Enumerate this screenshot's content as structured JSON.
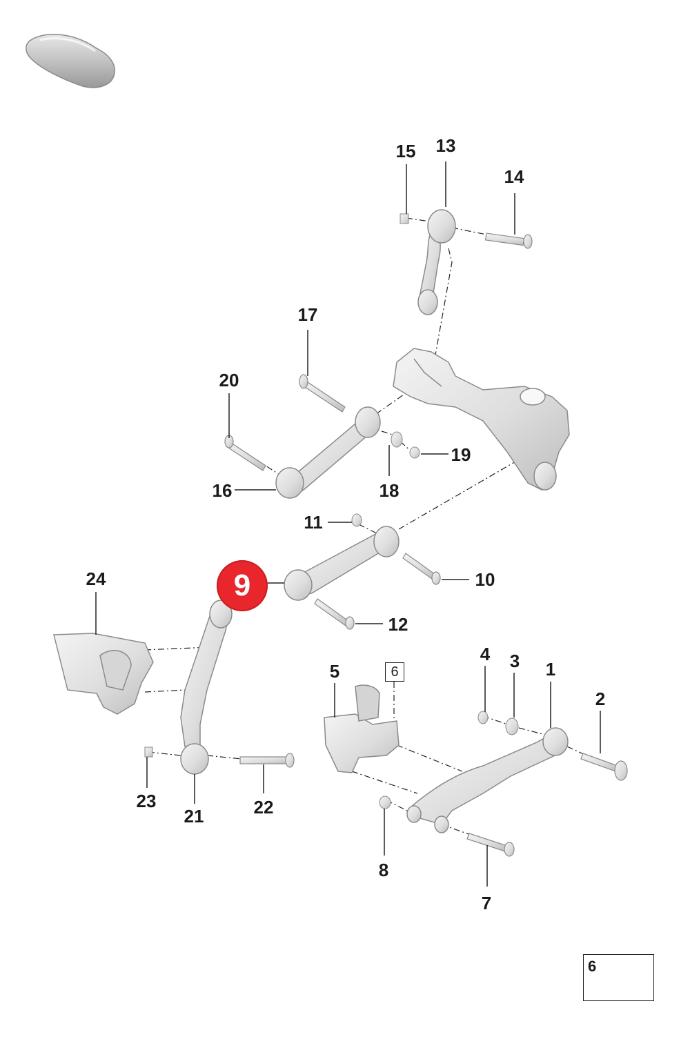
{
  "diagram": {
    "callouts": {
      "c1": "1",
      "c2": "2",
      "c3": "3",
      "c4": "4",
      "c5": "5",
      "c7": "7",
      "c8": "8",
      "c10": "10",
      "c11": "11",
      "c12": "12",
      "c13": "13",
      "c14": "14",
      "c15": "15",
      "c16": "16",
      "c17": "17",
      "c18": "18",
      "c19": "19",
      "c20": "20",
      "c21": "21",
      "c22": "22",
      "c23": "23",
      "c24": "24"
    },
    "boxed_ref": "6",
    "highlighted_part": "9",
    "legend_label": "6"
  },
  "colors": {
    "highlight": "#e8262b",
    "part_fill": "#e6e6e6",
    "part_stroke": "#8a8a8a",
    "leader": "#222222"
  },
  "icons": {
    "car_thumbnail": "car-silhouette-icon",
    "legend": "tool-rod-icon"
  }
}
